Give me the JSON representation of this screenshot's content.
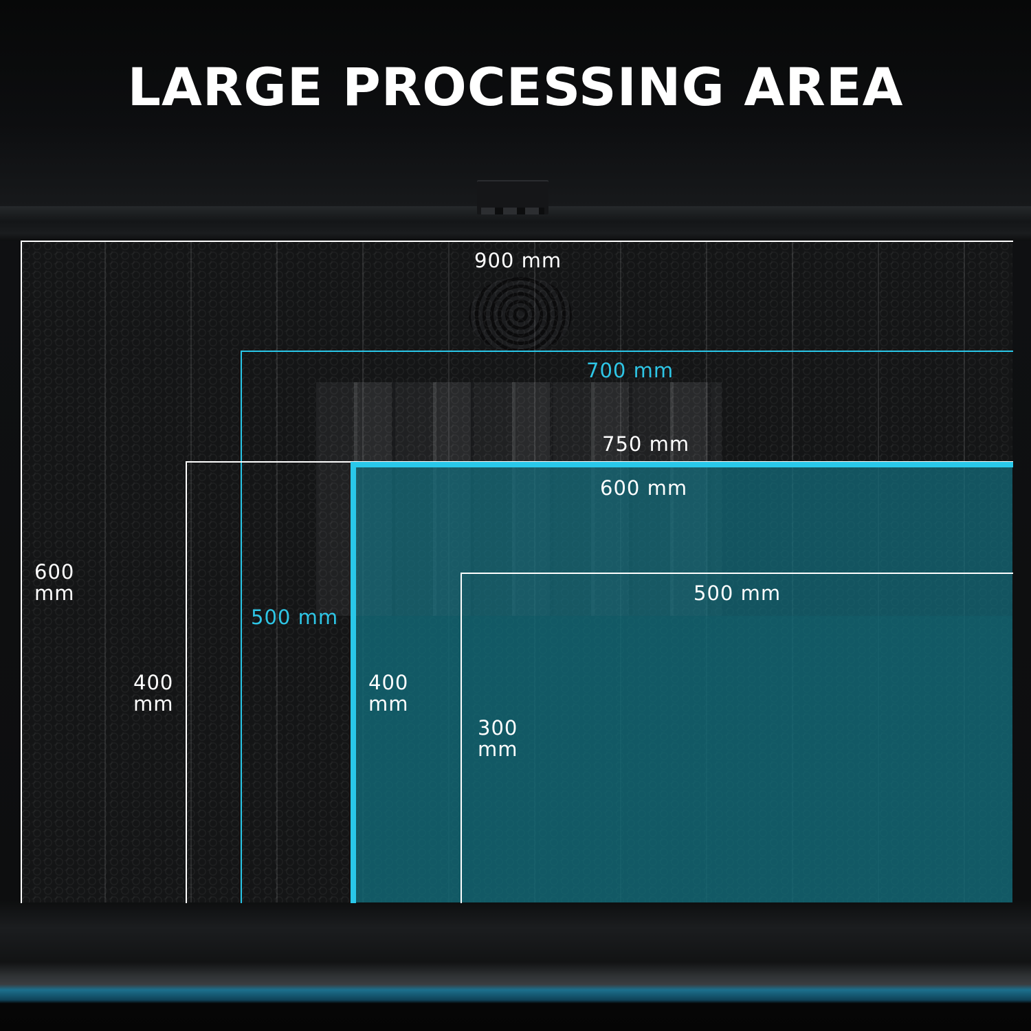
{
  "title": "LARGE PROCESSING AREA",
  "colors": {
    "accent": "#29c8ea",
    "outline_white": "#ffffff",
    "fill_teal": "#1a6b78",
    "background": "#0b0c0d"
  },
  "areas": [
    {
      "id": "area-900x600",
      "width_label": "900 mm",
      "height_label": "600\nmm",
      "style": "white",
      "filled": false
    },
    {
      "id": "area-700x500",
      "width_label": "700 mm",
      "height_label": "500 mm",
      "style": "cyan",
      "filled": false
    },
    {
      "id": "area-750x400",
      "width_label": "750 mm",
      "height_label": "400\nmm",
      "style": "white",
      "filled": false
    },
    {
      "id": "area-600x400",
      "width_label": "600 mm",
      "height_label": "400\nmm",
      "style": "cyan-bold",
      "filled": true
    },
    {
      "id": "area-500x300",
      "width_label": "500 mm",
      "height_label": "300\nmm",
      "style": "white",
      "filled": false
    }
  ],
  "icons": {
    "fan": "exhaust-fan-icon",
    "clip": "rail-clip-icon"
  }
}
